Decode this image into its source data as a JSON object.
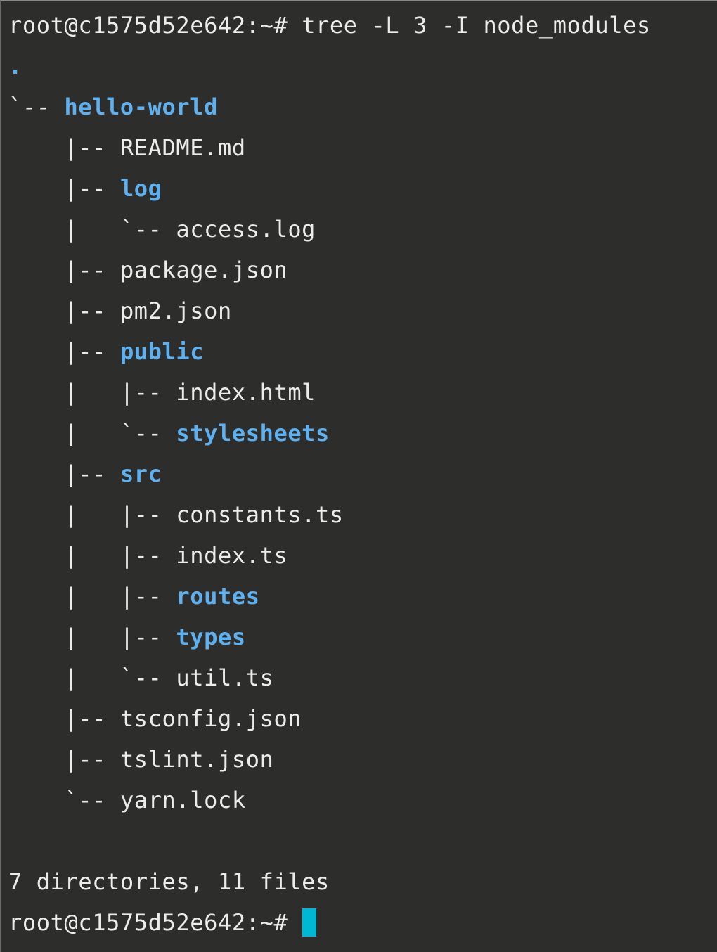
{
  "terminal": {
    "prompt": "root@c1575d52e642:~#",
    "command": "tree -L 3 -I node_modules",
    "colors": {
      "background": "#2d2d2c",
      "text": "#ececec",
      "directory": "#5eb0ef",
      "cursor": "#00b8d4"
    },
    "tree": [
      {
        "prefix": "",
        "name": ".",
        "type": "root"
      },
      {
        "prefix": "`-- ",
        "name": "hello-world",
        "type": "dir"
      },
      {
        "prefix": "    |-- ",
        "name": "README.md",
        "type": "file"
      },
      {
        "prefix": "    |-- ",
        "name": "log",
        "type": "dir"
      },
      {
        "prefix": "    |   `-- ",
        "name": "access.log",
        "type": "file"
      },
      {
        "prefix": "    |-- ",
        "name": "package.json",
        "type": "file"
      },
      {
        "prefix": "    |-- ",
        "name": "pm2.json",
        "type": "file"
      },
      {
        "prefix": "    |-- ",
        "name": "public",
        "type": "dir"
      },
      {
        "prefix": "    |   |-- ",
        "name": "index.html",
        "type": "file"
      },
      {
        "prefix": "    |   `-- ",
        "name": "stylesheets",
        "type": "dir"
      },
      {
        "prefix": "    |-- ",
        "name": "src",
        "type": "dir"
      },
      {
        "prefix": "    |   |-- ",
        "name": "constants.ts",
        "type": "file"
      },
      {
        "prefix": "    |   |-- ",
        "name": "index.ts",
        "type": "file"
      },
      {
        "prefix": "    |   |-- ",
        "name": "routes",
        "type": "dir"
      },
      {
        "prefix": "    |   |-- ",
        "name": "types",
        "type": "dir"
      },
      {
        "prefix": "    |   `-- ",
        "name": "util.ts",
        "type": "file"
      },
      {
        "prefix": "    |-- ",
        "name": "tsconfig.json",
        "type": "file"
      },
      {
        "prefix": "    |-- ",
        "name": "tslint.json",
        "type": "file"
      },
      {
        "prefix": "    `-- ",
        "name": "yarn.lock",
        "type": "file"
      }
    ],
    "summary": "7 directories, 11 files",
    "final_prompt": "root@c1575d52e642:~#"
  }
}
